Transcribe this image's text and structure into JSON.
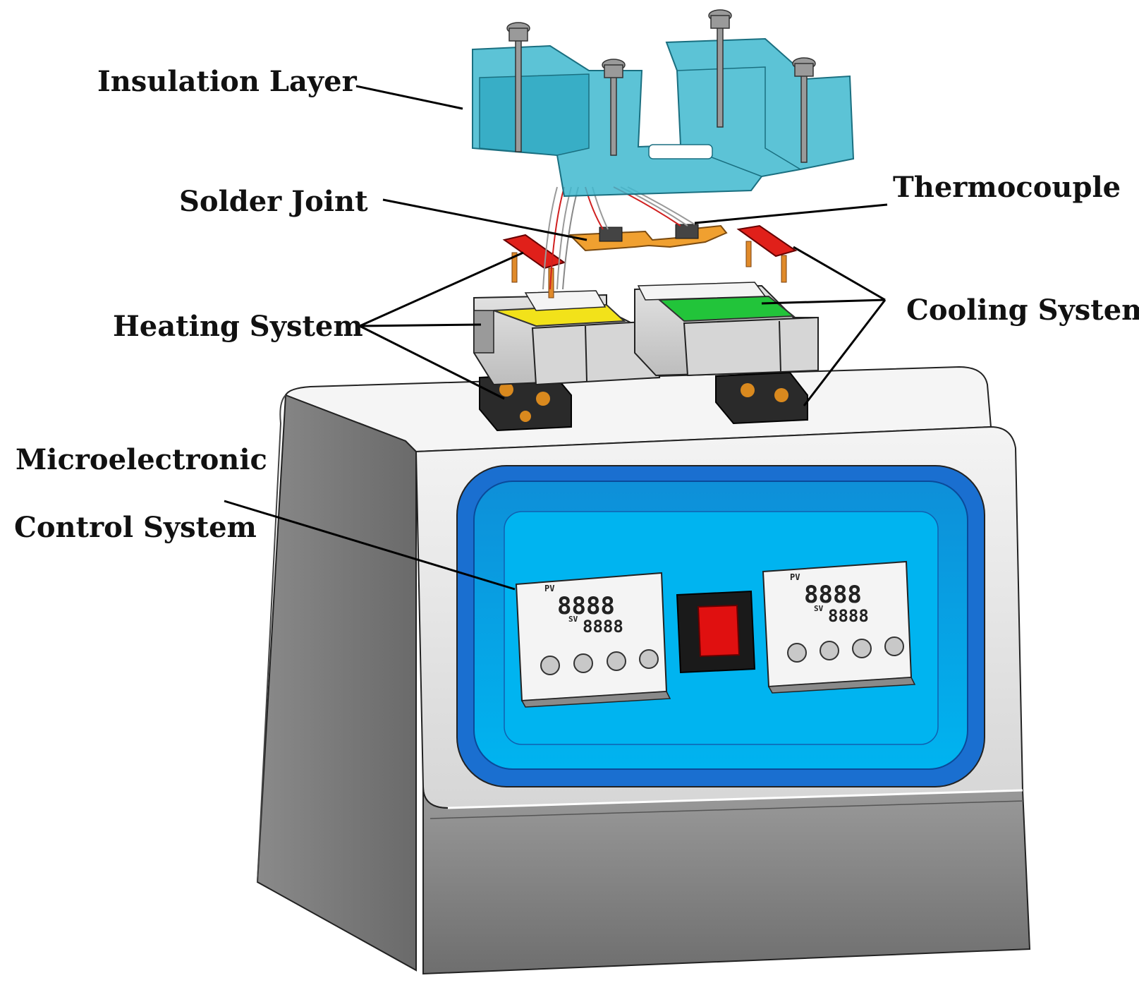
{
  "labels": {
    "insulation_layer": "Insulation Layer",
    "solder_joint": "Solder Joint",
    "thermocouple": "Thermocouple",
    "heating_system": "Heating System",
    "cooling_system": "Cooling System",
    "control_line1": "Microelectronic",
    "control_line2": "Control System"
  },
  "controllers": {
    "left": {
      "pv_tag": "PV",
      "pv": "8888",
      "sv_tag": "SV",
      "sv": "8888"
    },
    "right": {
      "pv_tag": "PV",
      "pv": "8888",
      "sv_tag": "SV",
      "sv": "8888"
    }
  },
  "colors": {
    "insulation": "#3fb8cf",
    "panel_blue": "#00b4f0",
    "heating_plate": "#f2e21a",
    "cooling_plate": "#22c43a",
    "power_switch": "#e01010",
    "solder_board": "#f0a030",
    "clamp_red": "#e0201a",
    "cabinet_grey": "#7a7a7a"
  }
}
